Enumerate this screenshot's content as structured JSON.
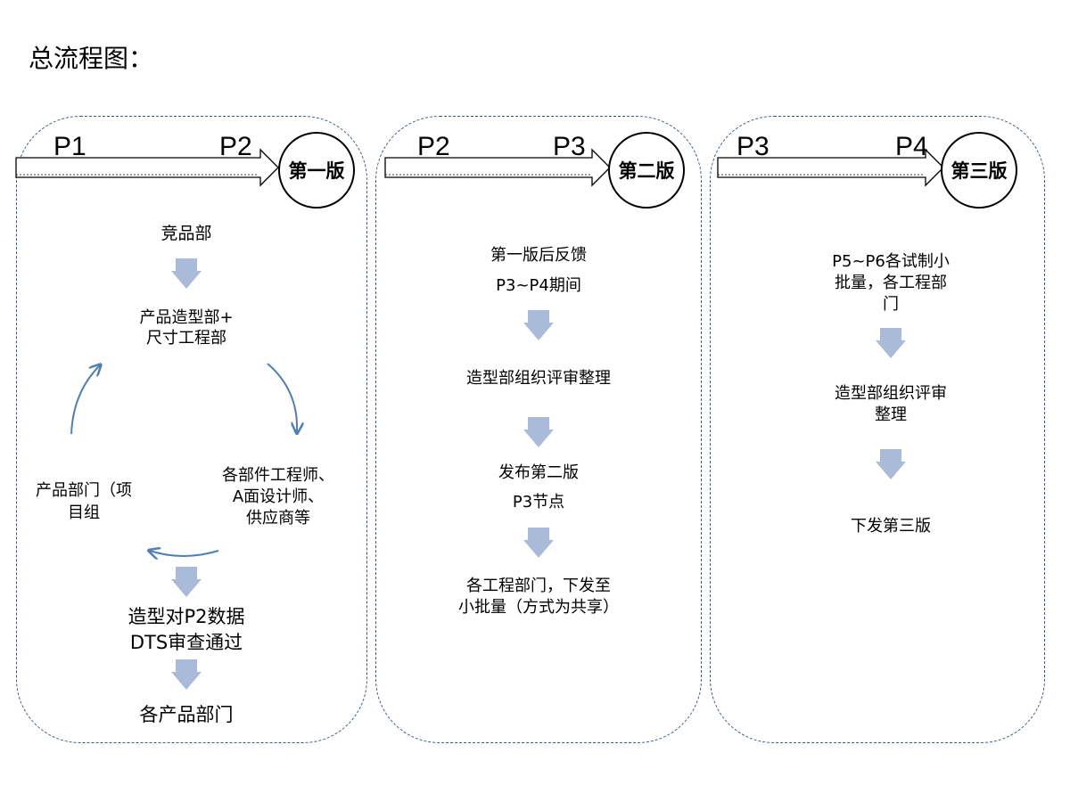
{
  "page_title": "总流程图：",
  "panels": [
    {
      "p_start": "P1",
      "p_end": "P2",
      "version_label": "第一版",
      "steps": {
        "competitor_dept": "竞品部",
        "styling_dept": "产品造型部+\n尺寸工程部",
        "product_dept": "产品部门（项\n目组",
        "engineers": "各部件工程师、\nA面设计师、\n供应商等",
        "dts_review": "造型对P2数据\nDTS审查通过",
        "all_product_depts": "各产品部门"
      }
    },
    {
      "p_start": "P2",
      "p_end": "P3",
      "version_label": "第二版",
      "steps": {
        "feedback": "第一版后反馈",
        "period": "P3~P4期间",
        "review": "造型部组织评审整理",
        "release": "发布第二版",
        "node": "P3节点",
        "distribute": "各工程部门，下发至\n小批量（方式为共享）"
      }
    },
    {
      "p_start": "P3",
      "p_end": "P4",
      "version_label": "第三版",
      "steps": {
        "trial": "P5~P6各试制小\n批量，各工程部\n门",
        "review": "造型部组织评审\n整理",
        "release": "下发第三版"
      }
    }
  ],
  "colors": {
    "panel_border": "#3a5a80",
    "down_arrow": "#a9bbd8",
    "cycle_arrow": "#4f7fb3",
    "timeline_arrow": "#000000"
  }
}
